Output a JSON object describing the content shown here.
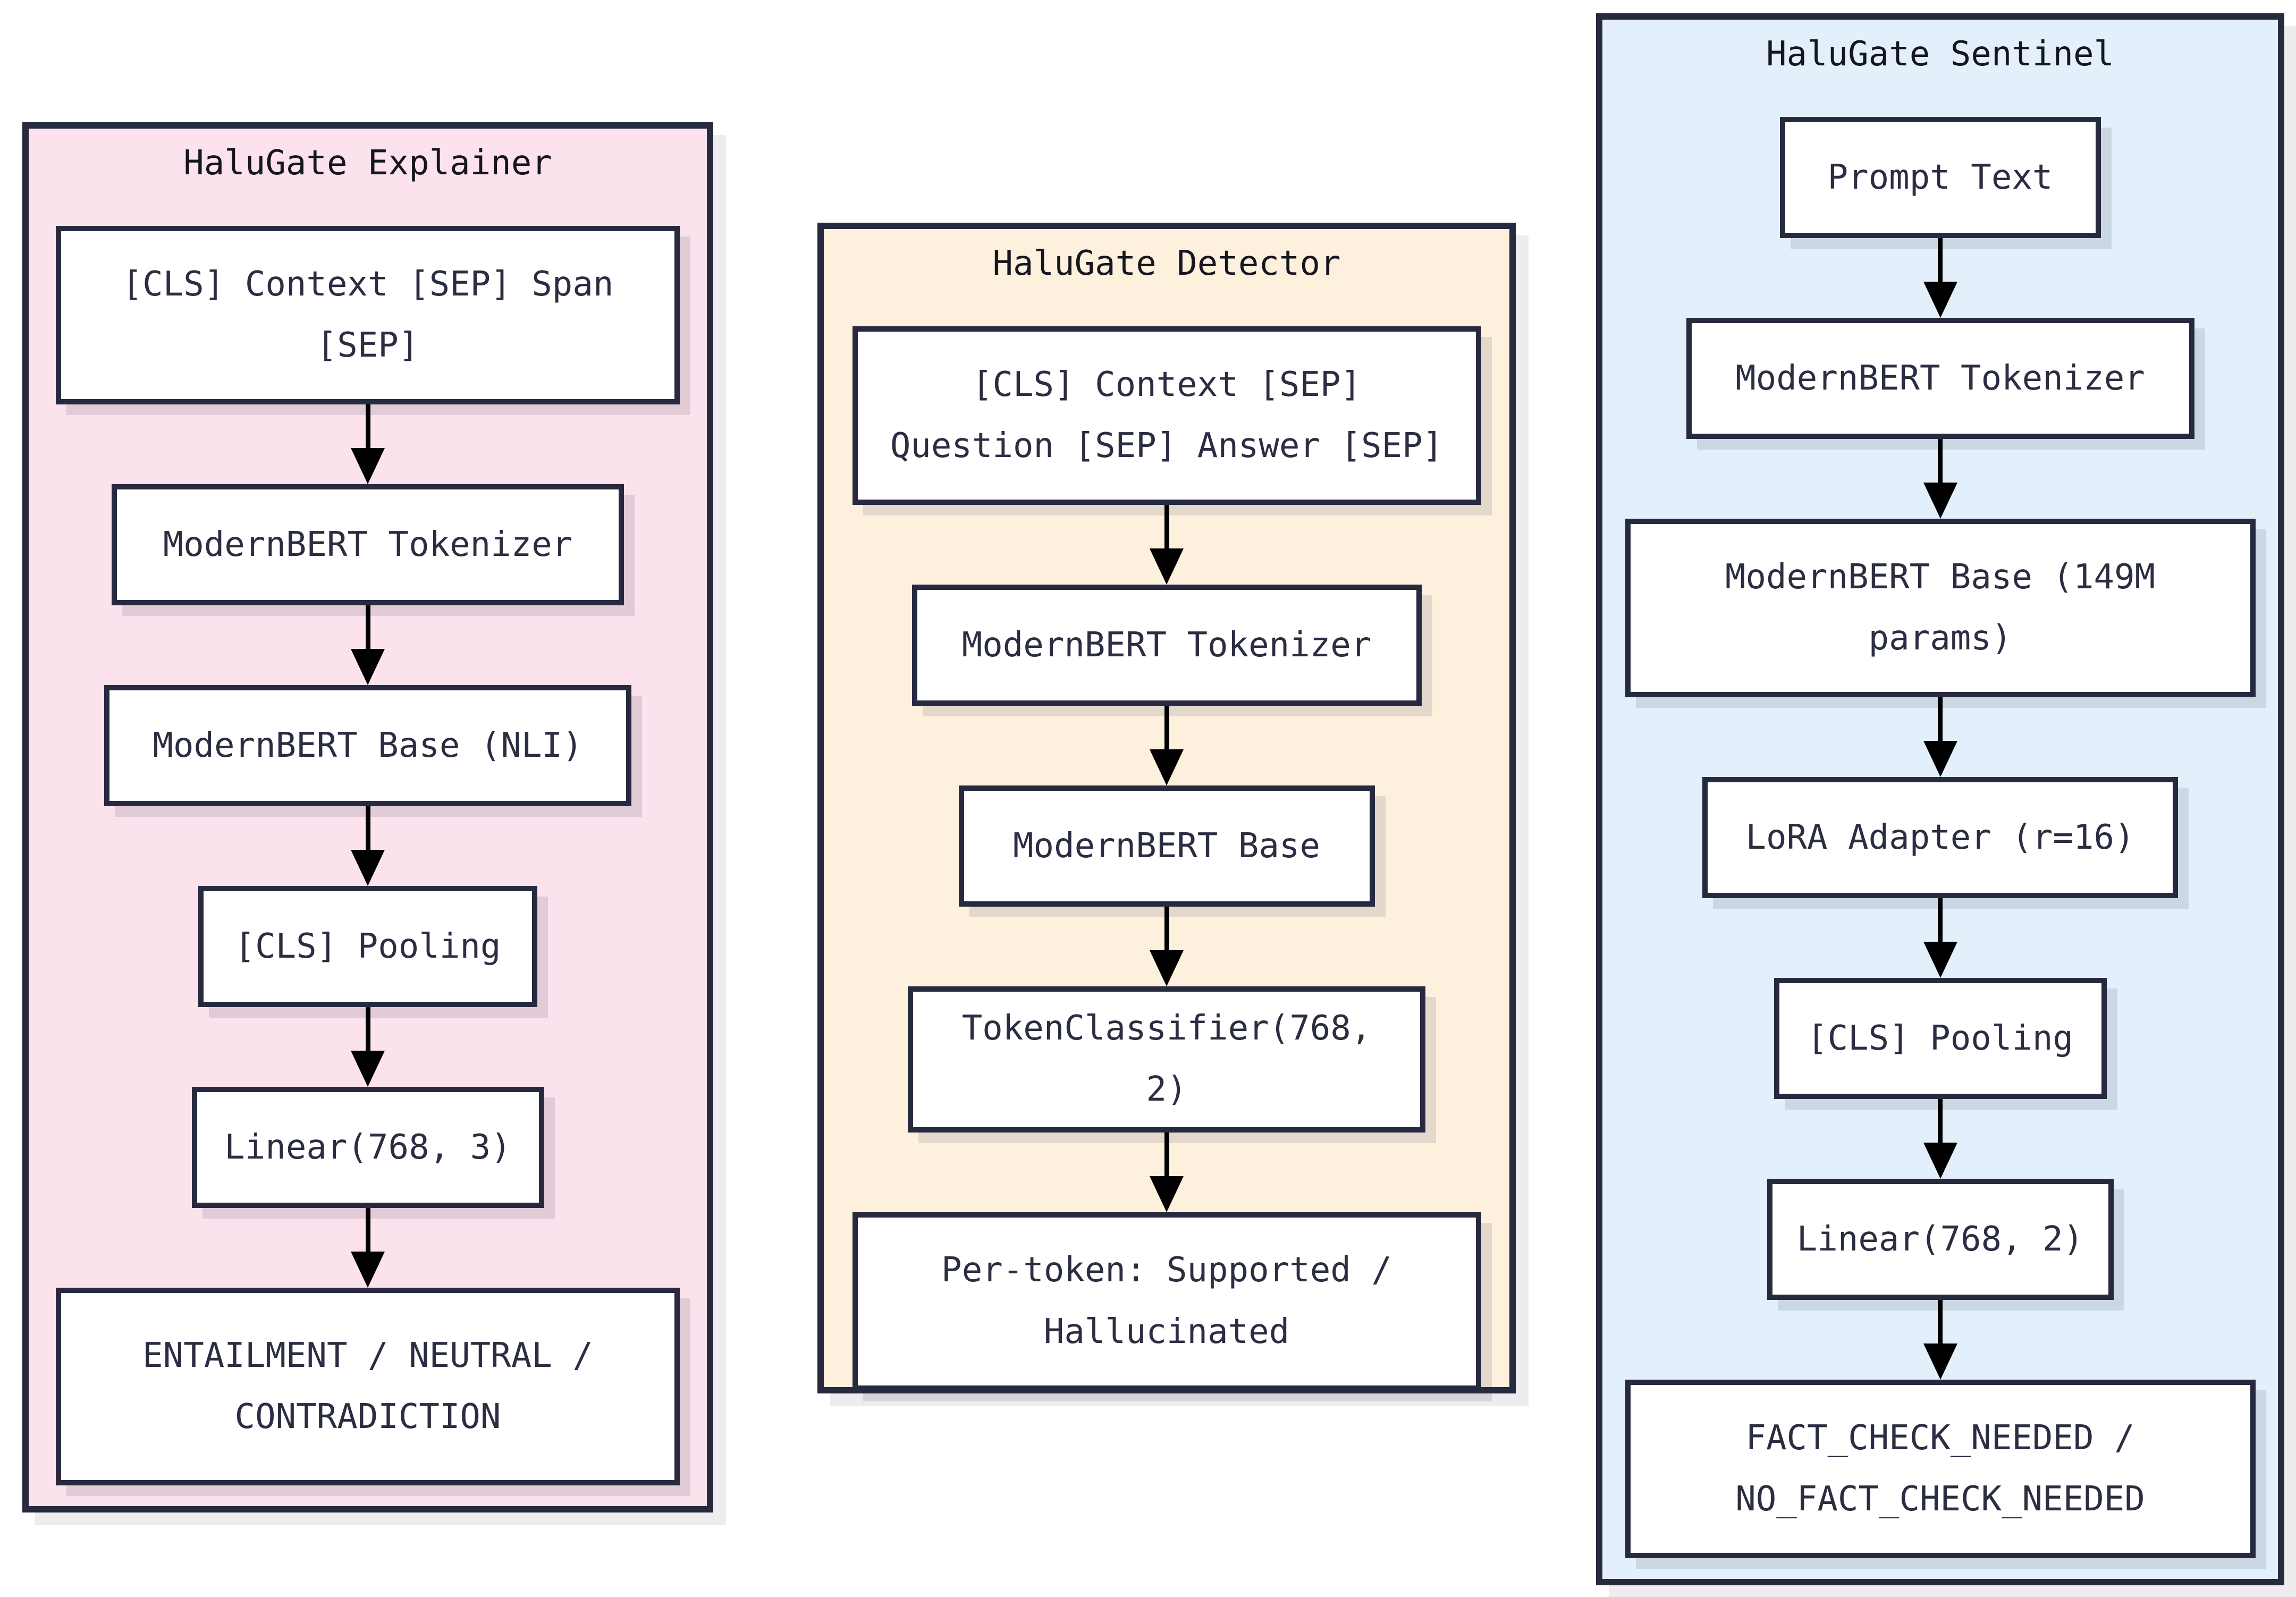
{
  "colors": {
    "page_background": "#ffffff",
    "panel_border": "#272a3f",
    "node_border": "#272a3f",
    "node_fill": "#ffffff",
    "node_text": "#2b2d42",
    "title_text": "#16161f",
    "arrow": "#000000",
    "panel_shadow": "#ededf0",
    "explainer_bg": "#fbe2ec",
    "detector_bg": "#fdf1de",
    "sentinel_bg": "#e3f0fb"
  },
  "icons": {
    "flow_connector": "arrow-down-icon"
  },
  "panels": [
    {
      "title": "HaluGate Explainer",
      "bg": "#fbe2ec",
      "boxes": [
        "[CLS] Context [SEP] Span\n[SEP]",
        "ModernBERT Tokenizer",
        "ModernBERT Base (NLI)",
        "[CLS] Pooling",
        "Linear(768, 3)",
        "ENTAILMENT / NEUTRAL /\nCONTRADICTION"
      ]
    },
    {
      "title": "HaluGate Detector",
      "bg": "#fdf1de",
      "boxes": [
        "[CLS] Context [SEP]\nQuestion [SEP] Answer [SEP]",
        "ModernBERT Tokenizer",
        "ModernBERT Base",
        "TokenClassifier(768, 2)",
        "Per-token: Supported /\nHallucinated"
      ]
    },
    {
      "title": "HaluGate Sentinel",
      "bg": "#e3f0fb",
      "boxes": [
        "Prompt Text",
        "ModernBERT Tokenizer",
        "ModernBERT Base (149M\nparams)",
        "LoRA Adapter (r=16)",
        "[CLS] Pooling",
        "Linear(768, 2)",
        "FACT_CHECK_NEEDED /\nNO_FACT_CHECK_NEEDED"
      ]
    }
  ]
}
